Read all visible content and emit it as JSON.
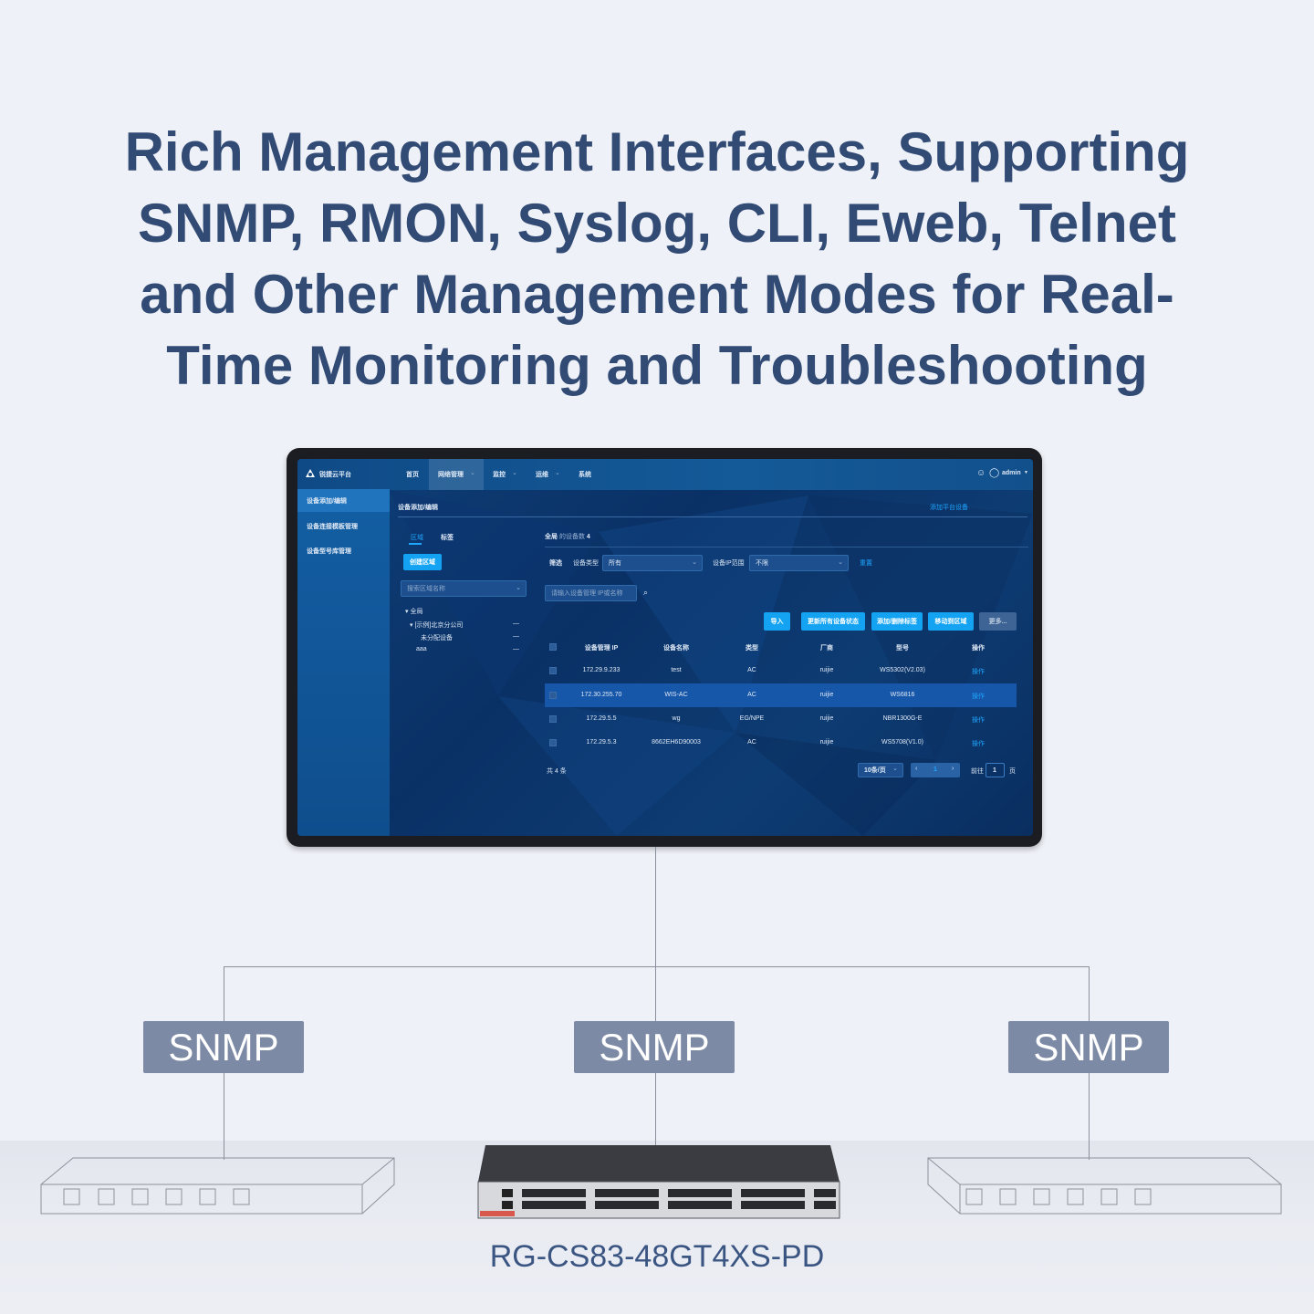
{
  "headline": {
    "lines": [
      "Rich Management Interfaces, Supporting",
      "SNMP, RMON, Syslog, CLI, Eweb, Telnet",
      "and Other Management Modes for Real-",
      "Time Monitoring and Troubleshooting"
    ]
  },
  "app": {
    "logo_text": "锐捷云平台",
    "nav": [
      "首页",
      "网络管理",
      "监控",
      "运维",
      "系统"
    ],
    "user": "admin",
    "sidebar": [
      "设备添加/编辑",
      "设备连接模板管理",
      "设备型号库管理"
    ],
    "page_title": "设备添加/编辑",
    "add_platform_device": "添加平台设备",
    "tabs": [
      "区域",
      "标签"
    ],
    "create_area": "创建区域",
    "area_search_placeholder": "搜索区域名称",
    "tree": [
      "全局",
      "[示例]北京分公司",
      "未分配设备",
      "aaa"
    ],
    "tree_dash": "—",
    "scope_label": "全局",
    "device_count_label": "的设备数",
    "device_count": "4",
    "filter_label": "筛选",
    "device_type_label": "设备类型",
    "device_type_value": "所有",
    "ip_range_label": "设备IP范围",
    "ip_range_value": "不限",
    "reset": "重置",
    "search_placeholder": "请输入设备管理 IP或名称",
    "actions": [
      "导入",
      "更新所有设备状态",
      "添加/删除标签",
      "移动到区域",
      "更多..."
    ],
    "columns": [
      "设备管理 IP",
      "设备名称",
      "类型",
      "厂商",
      "型号",
      "操作"
    ],
    "rows": [
      [
        "172.29.9.233",
        "test",
        "AC",
        "ruijie",
        "WS5302(V2.03)",
        "操作"
      ],
      [
        "172.30.255.70",
        "WIS-AC",
        "AC",
        "ruijie",
        "WS6816",
        "操作"
      ],
      [
        "172.29.5.5",
        "wg",
        "EG/NPE",
        "ruijie",
        "NBR1300G-E",
        "操作"
      ],
      [
        "172.29.5.3",
        "8662EH6D90003",
        "AC",
        "ruijie",
        "WS5708(V1.0)",
        "操作"
      ]
    ],
    "total": "共 4 条",
    "page_size": "10条/页",
    "current_page": "1",
    "goto_label": "前往",
    "goto_value": "1",
    "page_suffix": "页"
  },
  "protocol_labels": [
    "SNMP",
    "SNMP",
    "SNMP"
  ],
  "device_model": "RG-CS83-48GT4XS-PD",
  "colors": {
    "title": "#324b74",
    "snmp_box": "#7c8aa6",
    "accent": "#14a3f2"
  }
}
